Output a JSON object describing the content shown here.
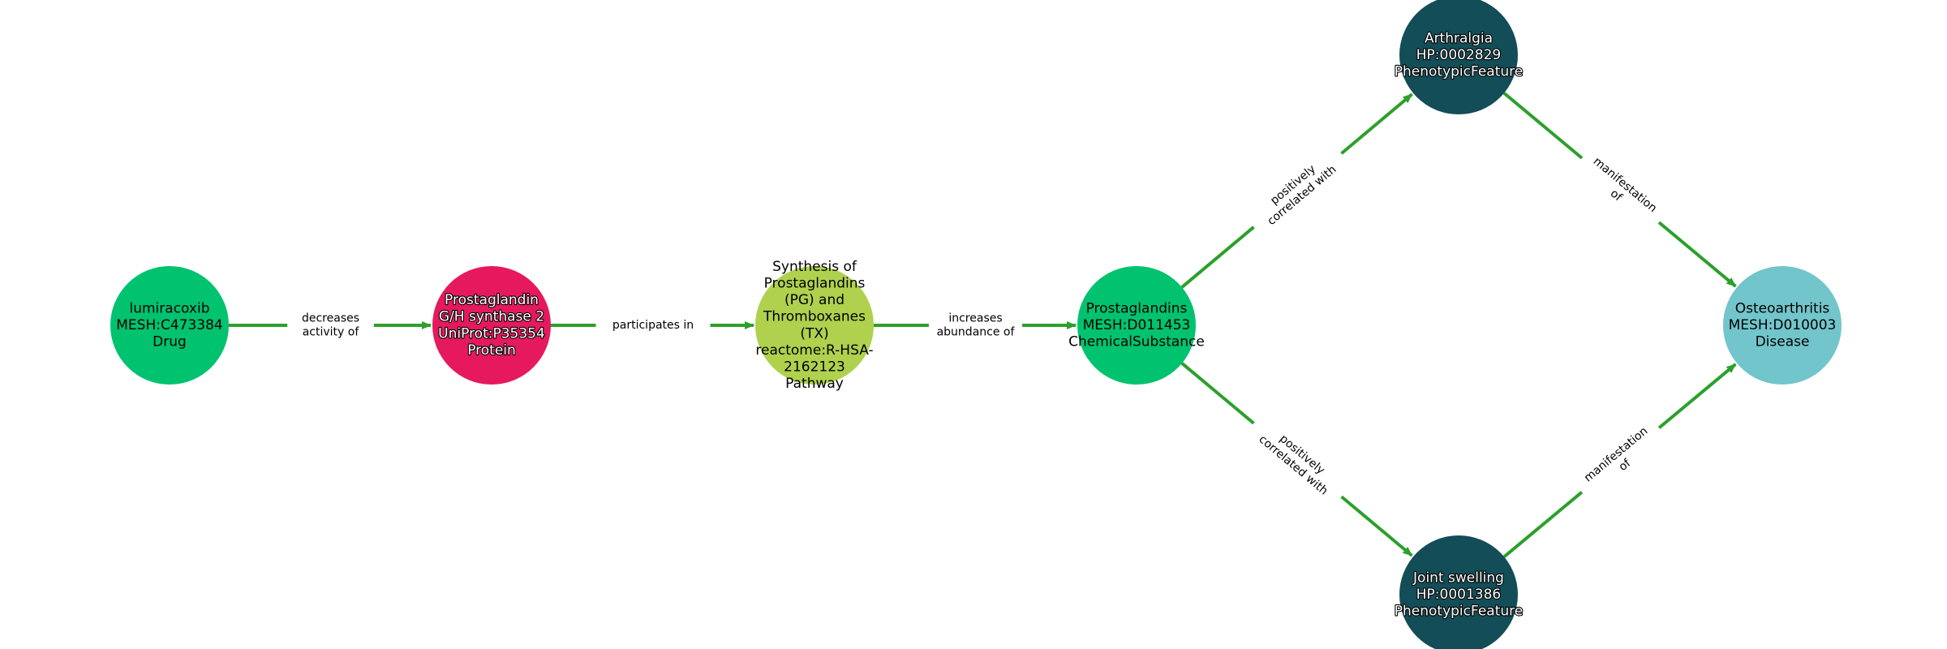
{
  "colors": {
    "edge": "#2ca02c",
    "drug": "#00c26f",
    "protein": "#e6195f",
    "pathway": "#afd14d",
    "chemical": "#00c26f",
    "phenotype": "#134d57",
    "disease": "#72c5cb"
  },
  "nodes": [
    {
      "id": "n1",
      "lines": [
        "lumiracoxib",
        "MESH:C473384",
        "Drug"
      ],
      "color": "#00c26f",
      "text_color": "#000000",
      "outline": false
    },
    {
      "id": "n2",
      "lines": [
        "Prostaglandin",
        "G/H synthase 2",
        "UniProt:P35354",
        "Protein"
      ],
      "color": "#e6195f",
      "text_color": "#ffffff",
      "outline": true
    },
    {
      "id": "n3",
      "lines": [
        "Synthesis of",
        "Prostaglandins",
        "(PG) and",
        "Thromboxanes",
        "(TX)",
        "reactome:R-HSA-",
        "2162123",
        "Pathway"
      ],
      "color": "#afd14d",
      "text_color": "#000000",
      "outline": false
    },
    {
      "id": "n4",
      "lines": [
        "Prostaglandins",
        "MESH:D011453",
        "ChemicalSubstance"
      ],
      "color": "#00c26f",
      "text_color": "#000000",
      "outline": false
    },
    {
      "id": "n5",
      "lines": [
        "Arthralgia",
        "HP:0002829",
        "PhenotypicFeature"
      ],
      "color": "#134d57",
      "text_color": "#ffffff",
      "outline": true
    },
    {
      "id": "n6",
      "lines": [
        "Joint swelling",
        "HP:0001386",
        "PhenotypicFeature"
      ],
      "color": "#134d57",
      "text_color": "#ffffff",
      "outline": true
    },
    {
      "id": "n7",
      "lines": [
        "Osteoarthritis",
        "MESH:D010003",
        "Disease"
      ],
      "color": "#72c5cb",
      "text_color": "#000000",
      "outline": false
    }
  ],
  "edges": [
    {
      "from": "n1",
      "to": "n2",
      "lines": [
        "decreases",
        "activity of"
      ]
    },
    {
      "from": "n2",
      "to": "n3",
      "lines": [
        "participates in"
      ]
    },
    {
      "from": "n3",
      "to": "n4",
      "lines": [
        "increases",
        "abundance of"
      ]
    },
    {
      "from": "n4",
      "to": "n5",
      "lines": [
        "positively",
        "correlated with"
      ]
    },
    {
      "from": "n4",
      "to": "n6",
      "lines": [
        "positively",
        "correlated with"
      ]
    },
    {
      "from": "n5",
      "to": "n7",
      "lines": [
        "manifestation",
        "of"
      ]
    },
    {
      "from": "n6",
      "to": "n7",
      "lines": [
        "manifestation",
        "of"
      ]
    }
  ]
}
